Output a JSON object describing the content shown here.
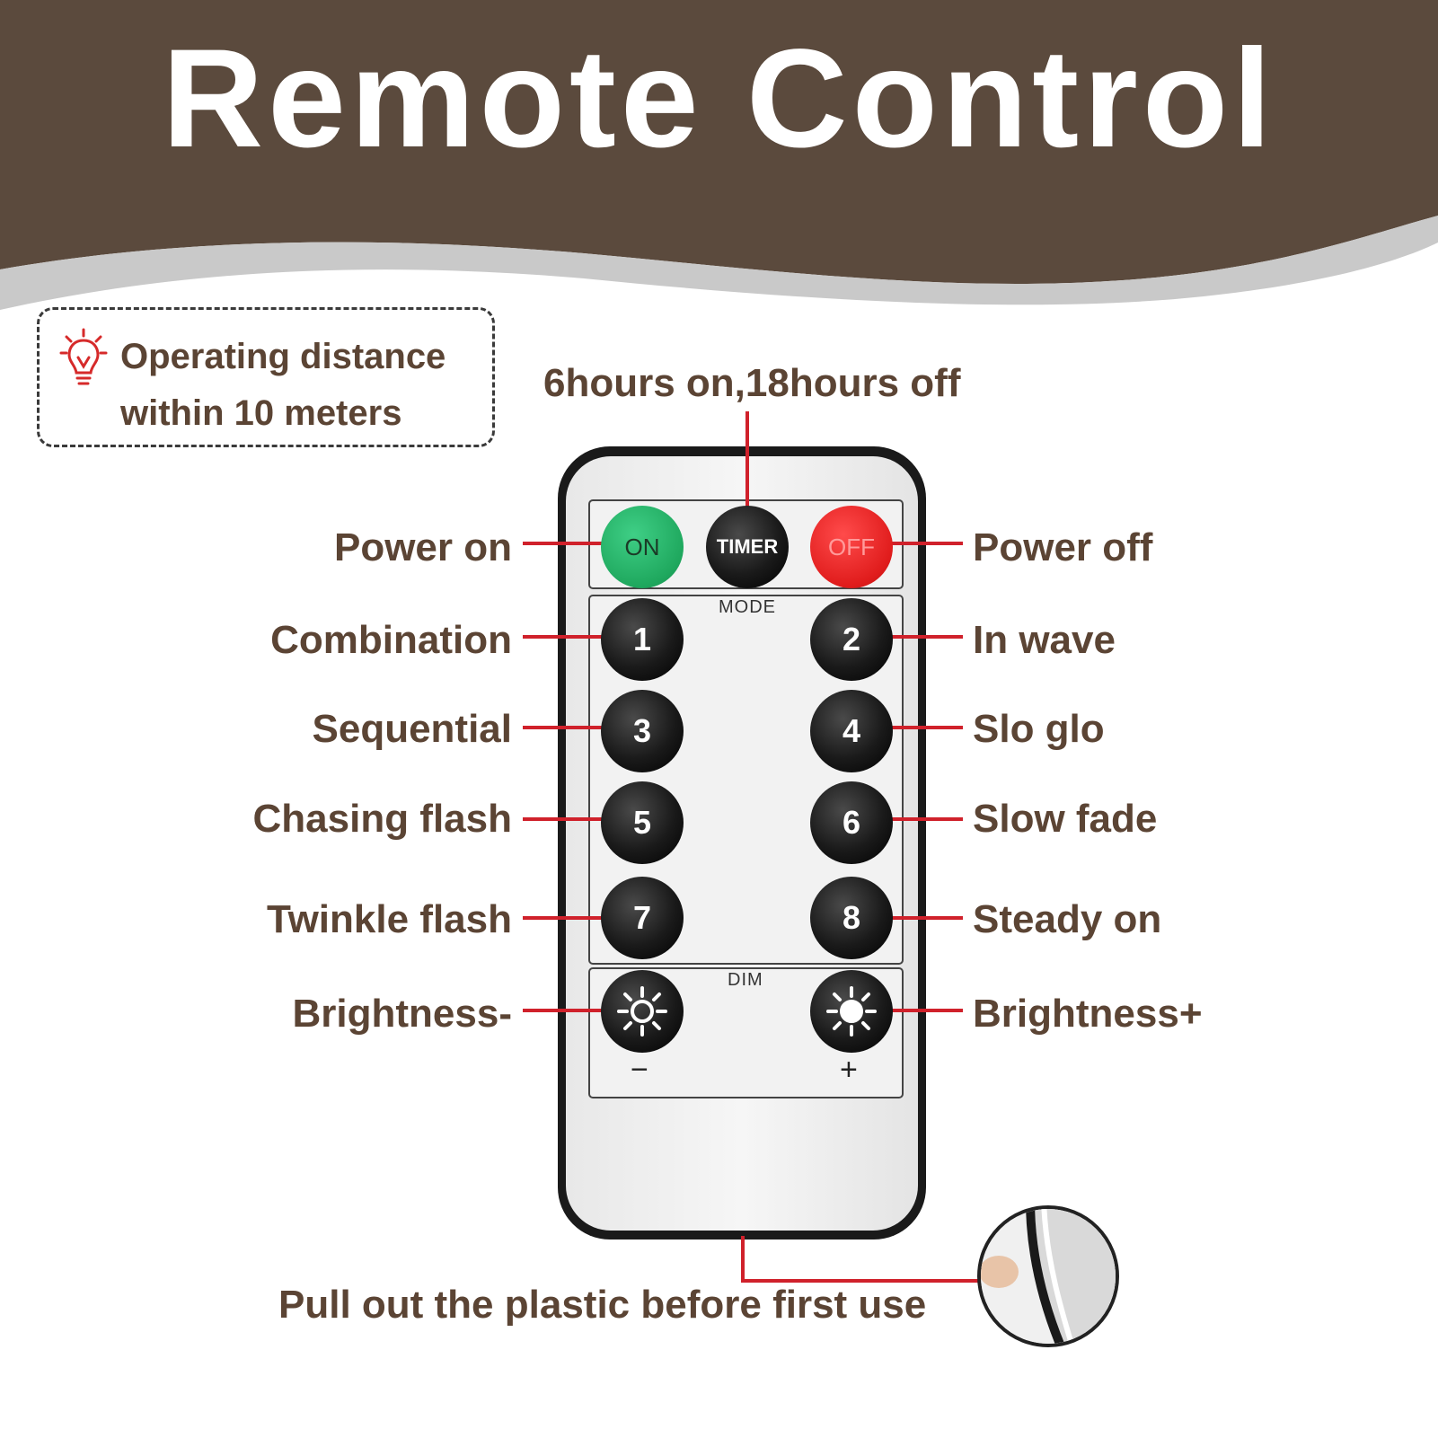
{
  "header": {
    "title": "Remote Control",
    "band_color": "#5b4a3d",
    "wave_color": "#c9c9c9"
  },
  "info": {
    "line1": "Operating distance",
    "line2": "within 10 meters",
    "icon": "lightbulb-icon",
    "icon_color": "#d62a2a"
  },
  "timer_note": "6hours on,18hours off",
  "labels_left": [
    "Power on",
    "Combination",
    "Sequential",
    "Chasing flash",
    "Twinkle flash",
    "Brightness-"
  ],
  "labels_right": [
    "Power off",
    "In wave",
    "Slo glo",
    "Slow fade",
    "Steady on",
    "Brightness+"
  ],
  "remote": {
    "on": "ON",
    "timer": "TIMER",
    "off": "OFF",
    "mode_label": "MODE",
    "dim_label": "DIM",
    "minus": "−",
    "plus": "+",
    "numbers": [
      "1",
      "2",
      "3",
      "4",
      "5",
      "6",
      "7",
      "8"
    ]
  },
  "pull_note": "Pull out the plastic before first use",
  "colors": {
    "label_text": "#5b4434",
    "leader_line": "#d0212b",
    "on_button": "#22b066",
    "off_button": "#e82020"
  }
}
